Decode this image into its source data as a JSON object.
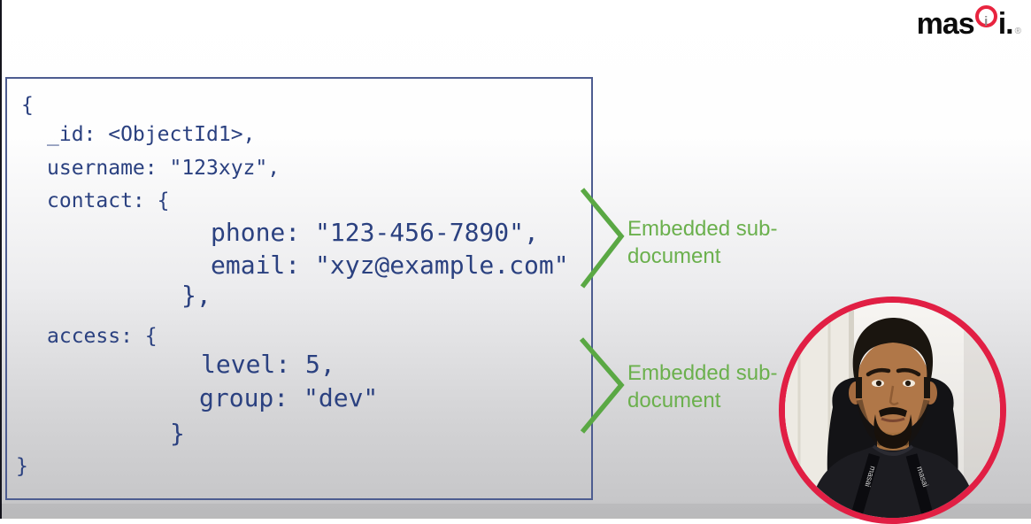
{
  "logo": {
    "word_start": "mas",
    "circle_letter": "i",
    "word_end": "i",
    "period": ".",
    "trademark": "®"
  },
  "code": {
    "lines": [
      "{",
      "_id: <ObjectId1>,",
      "username: \"123xyz\",",
      "contact: {",
      "phone: \"123-456-7890\",",
      "email: \"xyz@example.com\"",
      "},",
      "access: {",
      "level: 5,",
      "group: \"dev\"",
      "}",
      "}"
    ]
  },
  "annotations": [
    {
      "line1": "Embedded sub-",
      "line2": "document"
    },
    {
      "line1": "Embedded sub-",
      "line2": "document"
    }
  ],
  "webcam": {
    "lanyard_text": "masai"
  },
  "colors": {
    "code_text": "#2b4180",
    "box_border": "#4d5c90",
    "annotation_green": "#6bb04d",
    "chevron_green": "#5aa844",
    "webcam_ring_red": "#e11f44",
    "logo_ring_red": "#e8243f"
  }
}
